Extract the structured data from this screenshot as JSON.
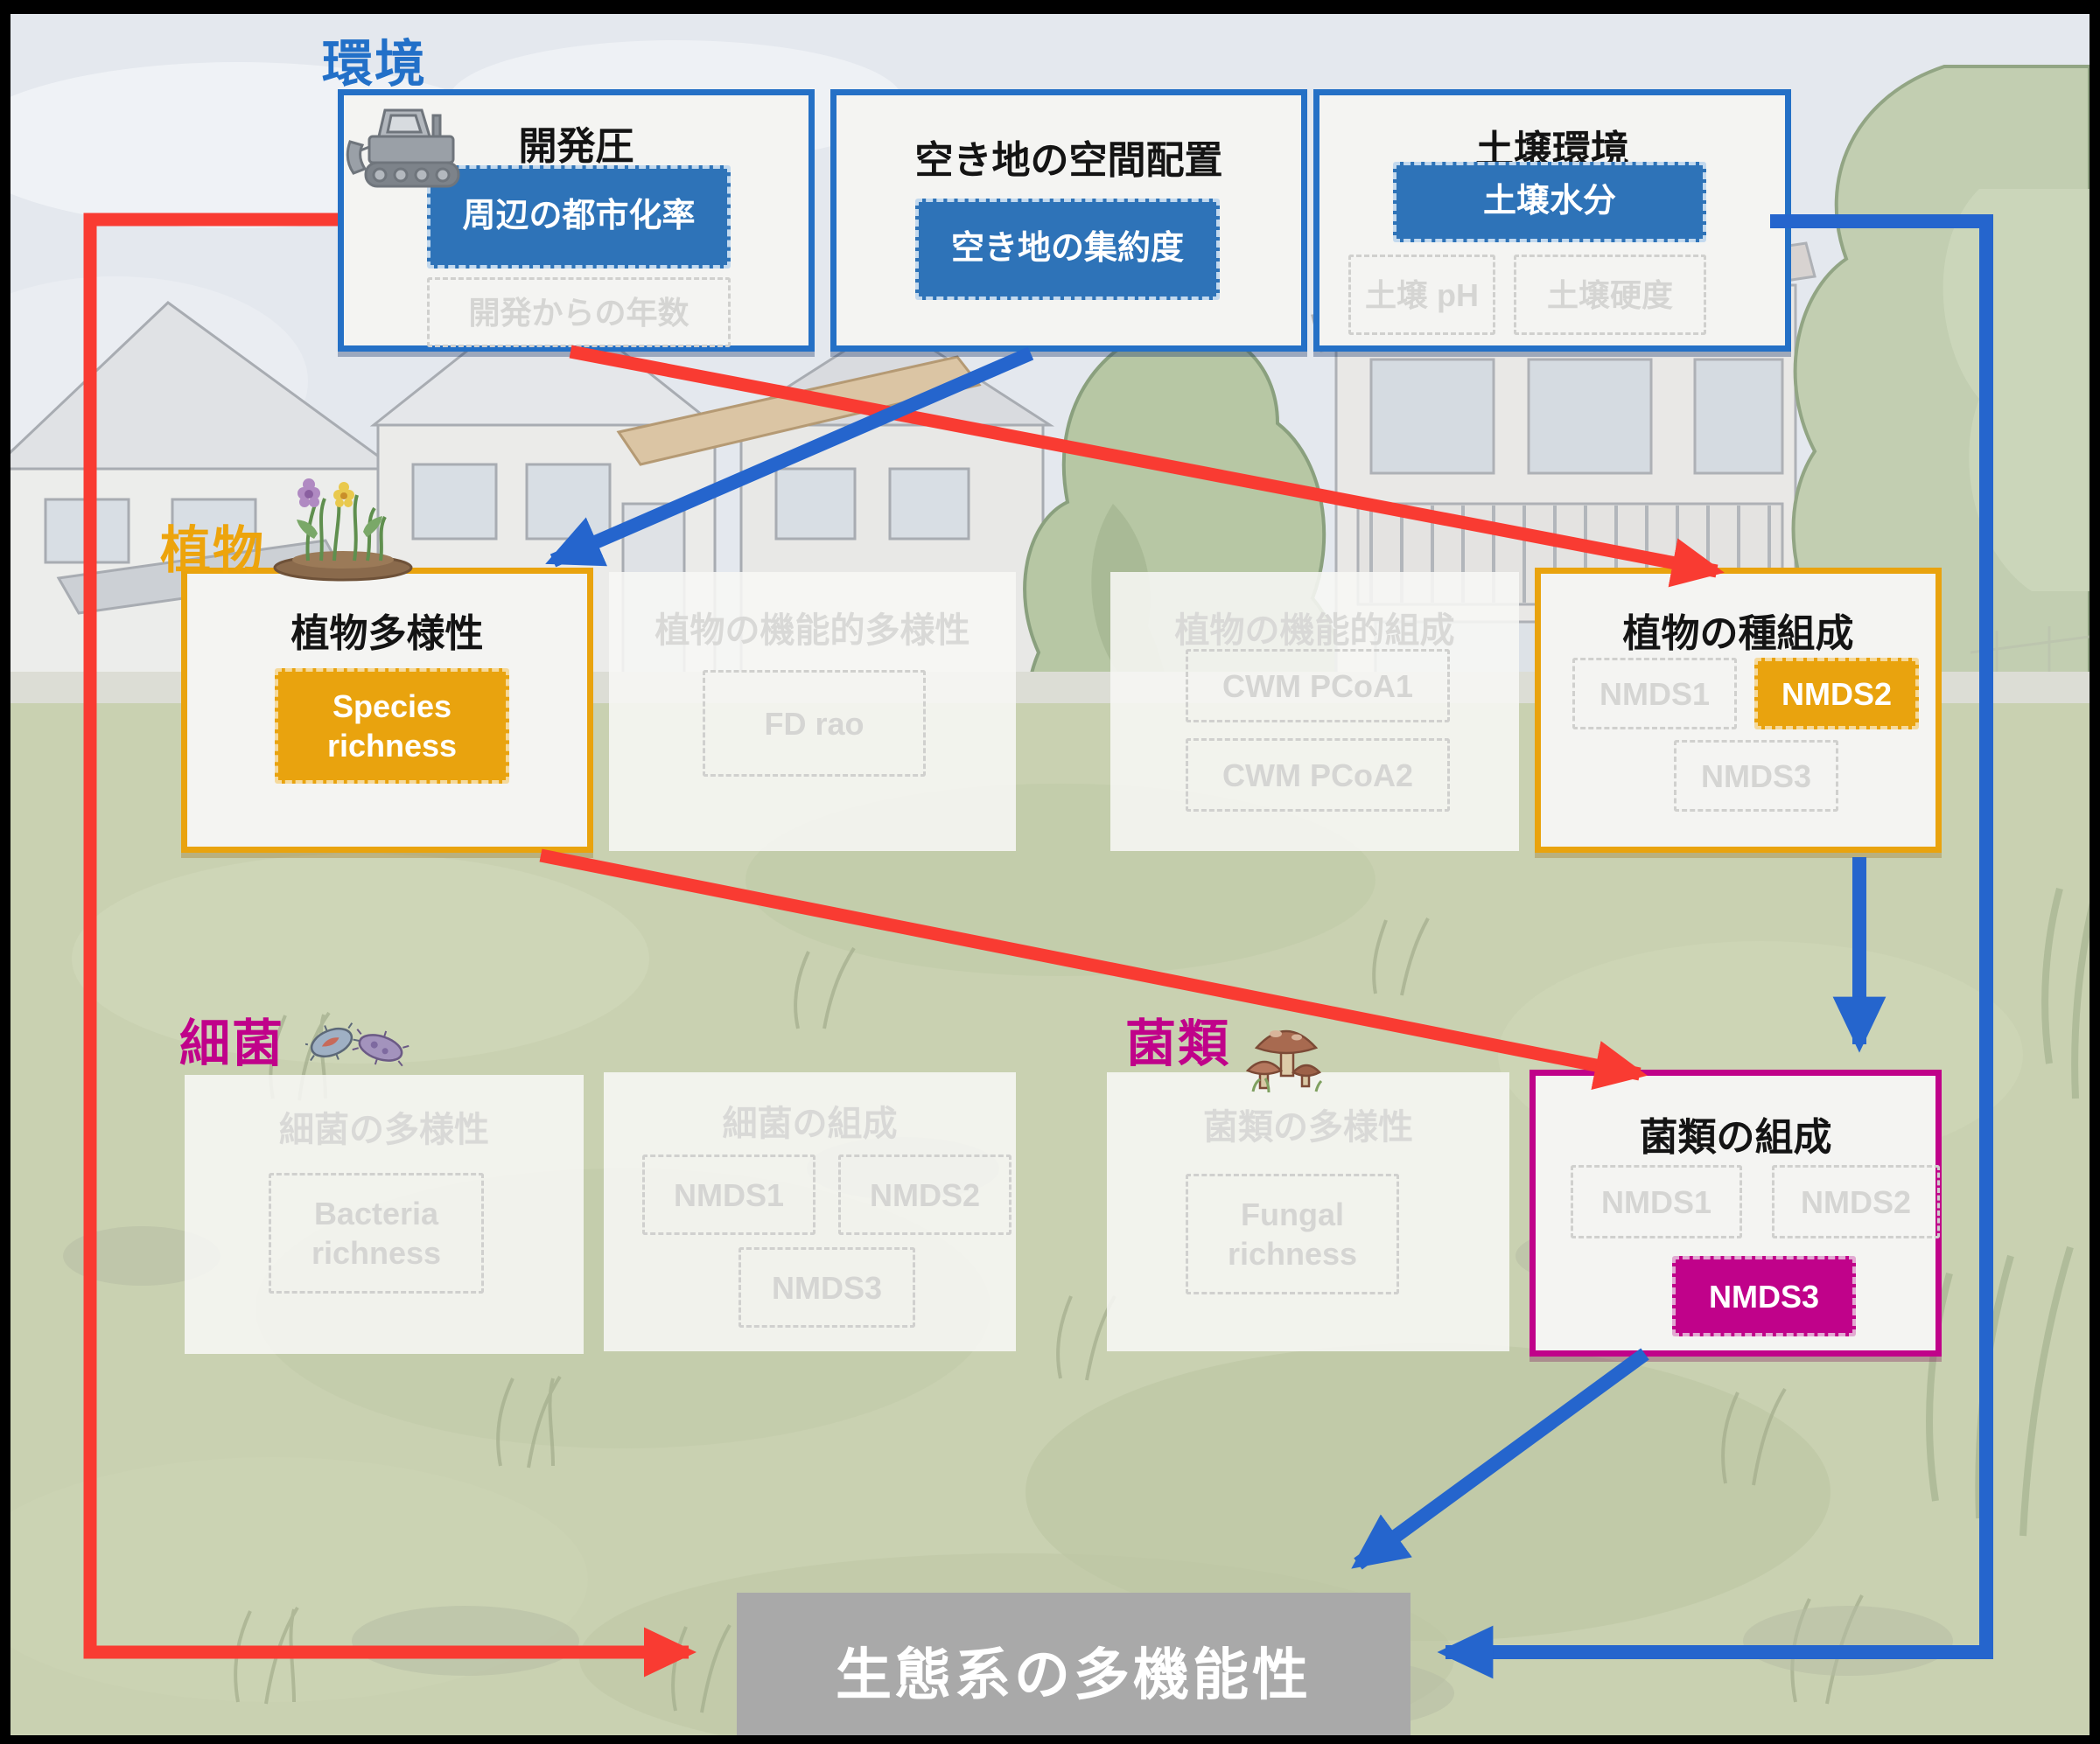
{
  "colors": {
    "env_blue_border": "#2470c6",
    "chip_blue_fill": "#2e73b8",
    "plant_orange": "#e9a30e",
    "microbe_magenta": "#c0028a",
    "arrow_red": "#f93b32",
    "arrow_blue": "#2565cd",
    "outcome_gray": "#a9a9a9",
    "ghost_text": "#d5d5d3"
  },
  "icons": {
    "environment": "bulldozer-icon",
    "plants": "flowers-icon",
    "bacteria": "bacteria-icon",
    "fungi": "mushroom-icon"
  },
  "sections": {
    "environment": {
      "label": "環境",
      "boxes": [
        {
          "title": "開発圧",
          "chips": [
            {
              "label": "周辺の都市化率",
              "state": "selected"
            },
            {
              "label": "開発からの年数",
              "state": "unselected"
            }
          ]
        },
        {
          "title": "空き地の空間配置",
          "chips": [
            {
              "label": "空き地の集約度",
              "state": "selected"
            }
          ]
        },
        {
          "title": "土壌環境",
          "chips": [
            {
              "label": "土壌水分",
              "state": "selected"
            },
            {
              "label": "土壌 pH",
              "state": "unselected"
            },
            {
              "label": "土壌硬度",
              "state": "unselected"
            }
          ]
        }
      ]
    },
    "plants": {
      "label": "植物",
      "boxes": [
        {
          "title": "植物多様性",
          "highlighted": true,
          "chips": [
            {
              "label": "Species\nrichness",
              "state": "selected"
            }
          ]
        },
        {
          "title": "植物の機能的多様性",
          "highlighted": false,
          "chips": [
            {
              "label": "FD rao",
              "state": "unselected"
            }
          ]
        },
        {
          "title": "植物の機能的組成",
          "highlighted": false,
          "chips": [
            {
              "label": "CWM PCoA1",
              "state": "unselected"
            },
            {
              "label": "CWM PCoA2",
              "state": "unselected"
            }
          ]
        },
        {
          "title": "植物の種組成",
          "highlighted": true,
          "chips": [
            {
              "label": "NMDS1",
              "state": "unselected"
            },
            {
              "label": "NMDS2",
              "state": "selected"
            },
            {
              "label": "NMDS3",
              "state": "unselected"
            }
          ]
        }
      ]
    },
    "bacteria": {
      "label": "細菌",
      "boxes": [
        {
          "title": "細菌の多様性",
          "chips": [
            {
              "label": "Bacteria\nrichness",
              "state": "unselected"
            }
          ]
        },
        {
          "title": "細菌の組成",
          "chips": [
            {
              "label": "NMDS1",
              "state": "unselected"
            },
            {
              "label": "NMDS2",
              "state": "unselected"
            },
            {
              "label": "NMDS3",
              "state": "unselected"
            }
          ]
        }
      ]
    },
    "fungi": {
      "label": "菌類",
      "boxes": [
        {
          "title": "菌類の多様性",
          "chips": [
            {
              "label": "Fungal\nrichness",
              "state": "unselected"
            }
          ]
        },
        {
          "title": "菌類の組成",
          "highlighted": true,
          "chips": [
            {
              "label": "NMDS1",
              "state": "unselected"
            },
            {
              "label": "NMDS2",
              "state": "unselected"
            },
            {
              "label": "NMDS3",
              "state": "selected"
            }
          ]
        }
      ]
    },
    "outcome": {
      "title": "生態系の多機能性"
    }
  }
}
